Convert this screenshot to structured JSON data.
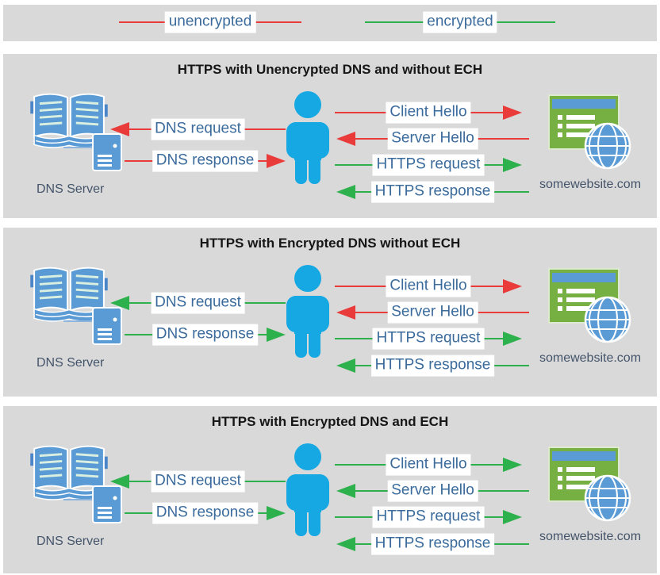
{
  "legend": {
    "items": [
      {
        "label": "unencrypted",
        "color": "red"
      },
      {
        "label": "encrypted",
        "color": "green"
      }
    ]
  },
  "colors": {
    "red": "#ea3b3b",
    "green": "#2db14c",
    "panel_bg": "#d9d9d9",
    "label_text": "#3a6b9c",
    "caption_text": "#44546a",
    "icon_blue": "#5b9bd5",
    "person_blue": "#15a8e2",
    "site_green": "#76b043",
    "title_text": "#161616"
  },
  "panels": [
    {
      "title": "HTTPS with Unencrypted DNS and without ECH",
      "dns_server_label": "DNS Server",
      "website_label": "somewebsite.com",
      "messages": [
        {
          "label": "DNS request",
          "direction": "left",
          "color": "red"
        },
        {
          "label": "DNS response",
          "direction": "right",
          "color": "red"
        },
        {
          "label": "Client Hello",
          "direction": "right",
          "color": "red"
        },
        {
          "label": "Server Hello",
          "direction": "left",
          "color": "red"
        },
        {
          "label": "HTTPS request",
          "direction": "right",
          "color": "green"
        },
        {
          "label": "HTTPS response",
          "direction": "left",
          "color": "green"
        }
      ]
    },
    {
      "title": "HTTPS with Encrypted DNS without ECH",
      "dns_server_label": "DNS Server",
      "website_label": "somewebsite.com",
      "messages": [
        {
          "label": "DNS request",
          "direction": "left",
          "color": "green"
        },
        {
          "label": "DNS response",
          "direction": "right",
          "color": "green"
        },
        {
          "label": "Client Hello",
          "direction": "right",
          "color": "red"
        },
        {
          "label": "Server Hello",
          "direction": "left",
          "color": "red"
        },
        {
          "label": "HTTPS request",
          "direction": "right",
          "color": "green"
        },
        {
          "label": "HTTPS response",
          "direction": "left",
          "color": "green"
        }
      ]
    },
    {
      "title": "HTTPS with Encrypted DNS and ECH",
      "dns_server_label": "DNS Server",
      "website_label": "somewebsite.com",
      "messages": [
        {
          "label": "DNS request",
          "direction": "left",
          "color": "green"
        },
        {
          "label": "DNS response",
          "direction": "right",
          "color": "green"
        },
        {
          "label": "Client Hello",
          "direction": "right",
          "color": "green"
        },
        {
          "label": "Server Hello",
          "direction": "left",
          "color": "green"
        },
        {
          "label": "HTTPS request",
          "direction": "right",
          "color": "green"
        },
        {
          "label": "HTTPS response",
          "direction": "left",
          "color": "green"
        }
      ]
    }
  ]
}
